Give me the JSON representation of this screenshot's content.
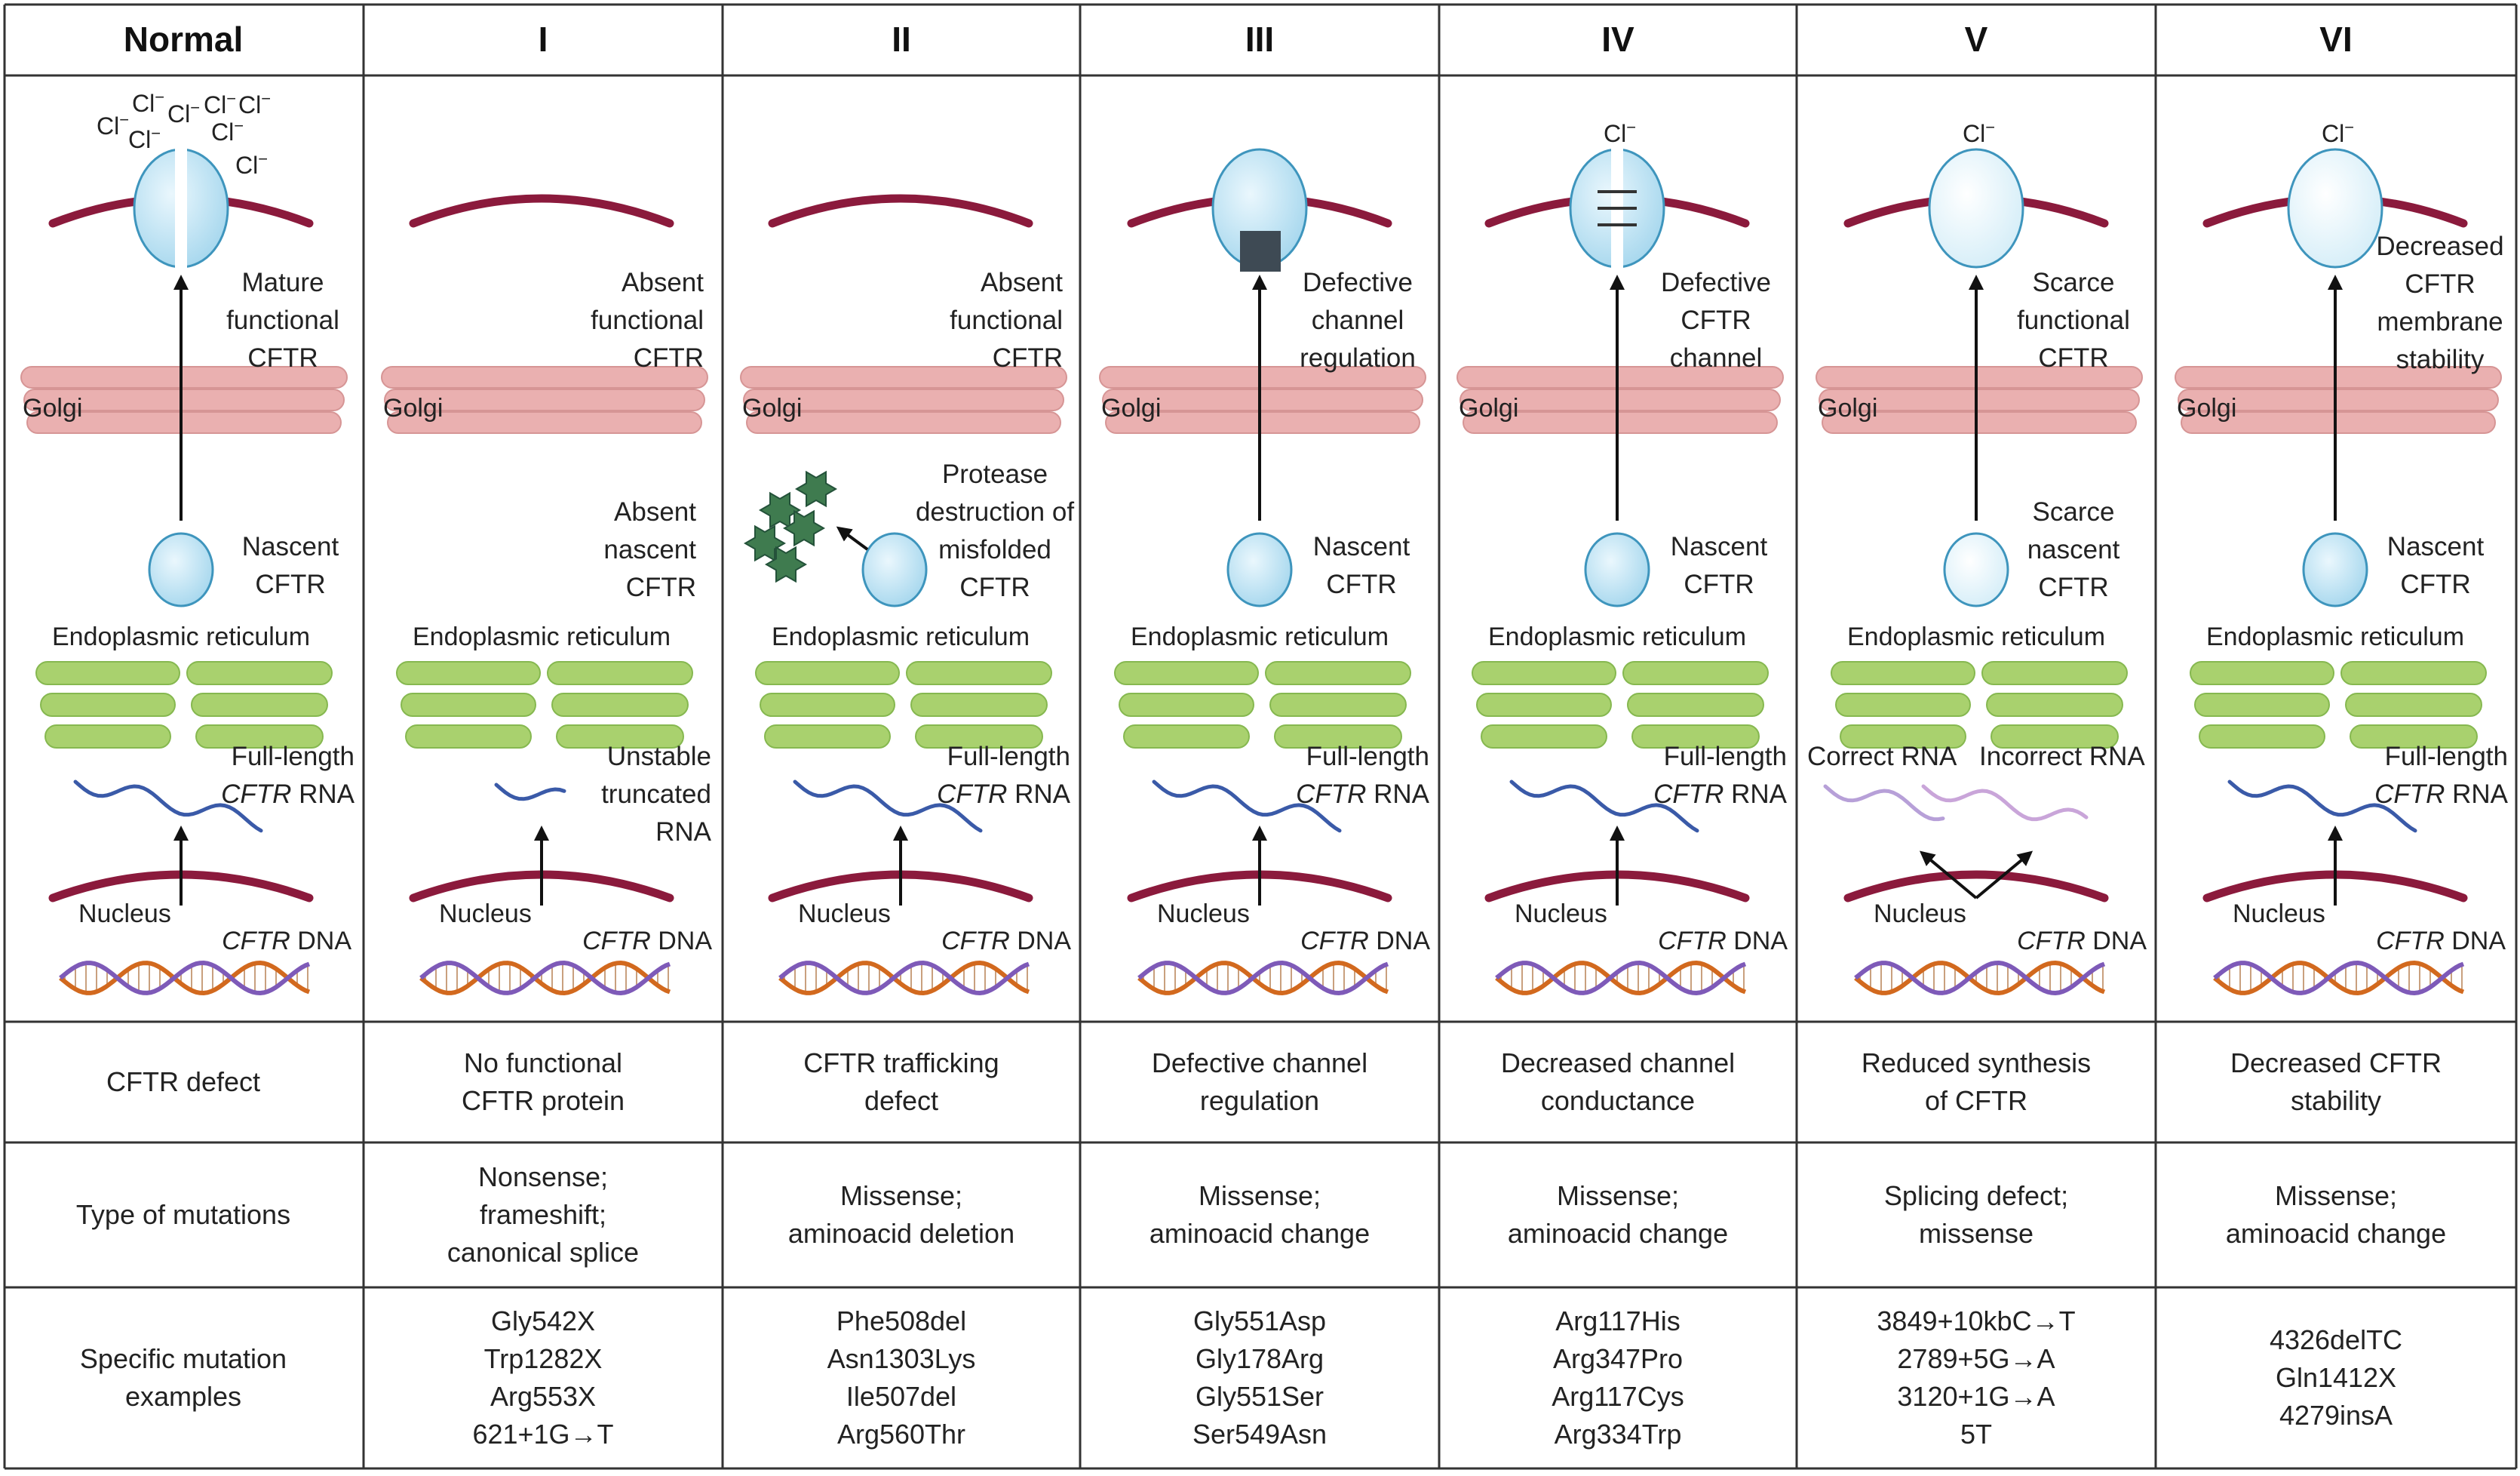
{
  "columns": [
    "Normal",
    "I",
    "II",
    "III",
    "IV",
    "V",
    "VI"
  ],
  "rows": [
    {
      "label": "CFTR defect",
      "cells": [
        "No functional\nCFTR protein",
        "CFTR trafficking\ndefect",
        "Defective channel\nregulation",
        "Decreased channel\nconductance",
        "Reduced synthesis\nof CFTR",
        "Decreased CFTR\nstability"
      ]
    },
    {
      "label": "Type of mutations",
      "cells": [
        "Nonsense;\nframeshift;\ncanonical splice",
        "Missense;\naminoacid deletion",
        "Missense;\naminoacid change",
        "Missense;\naminoacid change",
        "Splicing defect;\nmissense",
        "Missense;\naminoacid change"
      ]
    },
    {
      "label": "Specific mutation\nexamples",
      "cells": [
        "Gly542X\nTrp1282X\nArg553X\n621+1G→T",
        "Phe508del\nAsn1303Lys\nIle507del\nArg560Thr",
        "Gly551Asp\nGly178Arg\nGly551Ser\nSer549Asn",
        "Arg117His\nArg347Pro\nArg117Cys\nArg334Trp",
        "3849+10kbC→T\n2789+5G→A\n3120+1G→A\n5T",
        "4326delTC\nGln1412X\n4279insA"
      ]
    }
  ],
  "panels": [
    {
      "protein_label": "Mature\nfunctional\nCFTR",
      "nascent_label": "Nascent\nCFTR",
      "rna_label_main": "Full-length",
      "rna_label_italic": "CFTR",
      "rna_label_tail": " RNA"
    },
    {
      "protein_label": "Absent\nfunctional\nCFTR",
      "nascent_label": "Absent\nnascent\nCFTR",
      "rna_label_main": "Unstable\ntruncated\nRNA",
      "rna_label_italic": "",
      "rna_label_tail": ""
    },
    {
      "protein_label": "Absent\nfunctional\nCFTR",
      "nascent_label": "Protease\ndestruction of\nmisfolded\nCFTR",
      "rna_label_main": "Full-length",
      "rna_label_italic": "CFTR",
      "rna_label_tail": " RNA"
    },
    {
      "protein_label": "Defective\nchannel\nregulation",
      "nascent_label": "Nascent\nCFTR",
      "rna_label_main": "Full-length",
      "rna_label_italic": "CFTR",
      "rna_label_tail": " RNA"
    },
    {
      "protein_label": "Defective\nCFTR\nchannel",
      "nascent_label": "Nascent\nCFTR",
      "rna_label_main": "Full-length",
      "rna_label_italic": "CFTR",
      "rna_label_tail": " RNA"
    },
    {
      "protein_label": "Scarce\nfunctional\nCFTR",
      "nascent_label": "Scarce\nnascent\nCFTR",
      "rna_label_main": "Correct RNA",
      "rna_label_italic": "",
      "rna_label_tail": "",
      "rna_label_extra": "Incorrect RNA"
    },
    {
      "protein_label": "Decreased\nCFTR\nmembrane\nstability",
      "nascent_label": "Nascent\nCFTR",
      "rna_label_main": "Full-length",
      "rna_label_italic": "CFTR",
      "rna_label_tail": " RNA"
    }
  ],
  "shared_labels": {
    "golgi": "Golgi",
    "er": "Endoplasmic reticulum",
    "nucleus": "Nucleus",
    "dna_italic": "CFTR",
    "dna_tail": " DNA",
    "chloride": "Cl",
    "chloride_charge": "−"
  },
  "colors": {
    "membrane": "#8b1a3c",
    "golgi": "#e8a8a8",
    "er": "#a9d16e",
    "cftr_fill": "#a8d8ee",
    "cftr_stroke": "#3e95bd",
    "protease": "#3f7b4f",
    "rna": "#3a5aa8",
    "dna_a": "#d2691e",
    "dna_b": "#7e5ab8",
    "grid": "#333333"
  }
}
